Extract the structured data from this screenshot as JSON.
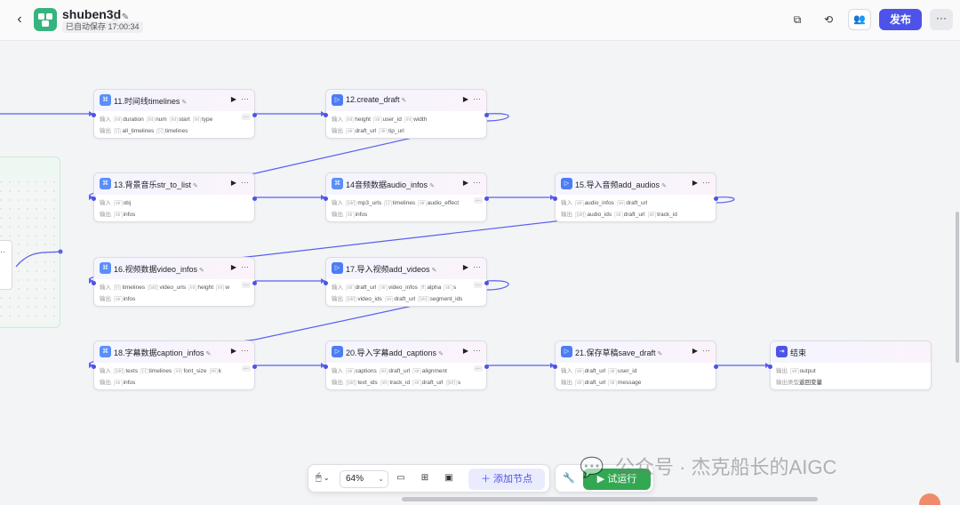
{
  "header": {
    "back_icon": "chevron-left-icon",
    "title": "shuben3d",
    "save_status": "已自动保存 17:00:34",
    "publish_label": "发布",
    "colors": {
      "accent": "#4d53e8",
      "logo": "#36b37e"
    }
  },
  "nodes": [
    {
      "id": "n11",
      "title": "11.时间线timelines",
      "icon": "code",
      "input_label": "输入",
      "inputs": [
        [
          "int",
          "duration"
        ],
        [
          "int",
          "num"
        ],
        [
          "int",
          "start"
        ],
        [
          "int",
          "type"
        ]
      ],
      "output_label": "输出",
      "outputs": [
        [
          "[-]",
          "all_timelines"
        ],
        [
          "[-]",
          "timelines"
        ]
      ]
    },
    {
      "id": "n12",
      "title": "12.create_draft",
      "icon": "plugin",
      "input_label": "输入",
      "inputs": [
        [
          "int",
          "height"
        ],
        [
          "str",
          "user_id"
        ],
        [
          "int",
          "width"
        ]
      ],
      "output_label": "输出",
      "outputs": [
        [
          "str",
          "draft_url"
        ],
        [
          "str",
          "tip_url"
        ]
      ]
    },
    {
      "id": "n13",
      "title": "13.背景音乐str_to_list",
      "icon": "code",
      "input_label": "输入",
      "inputs": [
        [
          "str",
          "obj"
        ]
      ],
      "output_label": "输出",
      "outputs": [
        [
          "str",
          "infos"
        ]
      ]
    },
    {
      "id": "n14",
      "title": "14音频数据audio_infos",
      "icon": "code",
      "input_label": "输入",
      "inputs": [
        [
          "[str]",
          "mp3_urls"
        ],
        [
          "[-]",
          "timelines"
        ],
        [
          "str",
          "audio_effect"
        ]
      ],
      "output_label": "输出",
      "outputs": [
        [
          "str",
          "infos"
        ]
      ]
    },
    {
      "id": "n15",
      "title": "15.导入音频add_audios",
      "icon": "plugin",
      "input_label": "输入",
      "inputs": [
        [
          "str",
          "audio_infos"
        ],
        [
          "str",
          "draft_url"
        ]
      ],
      "output_label": "输出",
      "outputs": [
        [
          "[str]",
          "audio_ids"
        ],
        [
          "str",
          "draft_url"
        ],
        [
          "str",
          "track_id"
        ]
      ]
    },
    {
      "id": "n16",
      "title": "16.视频数据video_infos",
      "icon": "code",
      "input_label": "输入",
      "inputs": [
        [
          "[-]",
          "timelines"
        ],
        [
          "[str]",
          "video_urls"
        ],
        [
          "int",
          "height"
        ],
        [
          "int",
          "w"
        ]
      ],
      "output_label": "输出",
      "outputs": [
        [
          "str",
          "infos"
        ]
      ]
    },
    {
      "id": "n17",
      "title": "17.导入视频add_videos",
      "icon": "plugin",
      "input_label": "输入",
      "inputs": [
        [
          "str",
          "draft_url"
        ],
        [
          "str",
          "video_infos"
        ],
        [
          "fl",
          "alpha"
        ],
        [
          "str",
          "s"
        ]
      ],
      "output_label": "输出",
      "outputs": [
        [
          "[str]",
          "video_ids"
        ],
        [
          "str",
          "draft_url"
        ],
        [
          "[str]",
          "segment_ids"
        ]
      ]
    },
    {
      "id": "n18",
      "title": "18.字幕数据caption_infos",
      "icon": "code",
      "input_label": "输入",
      "inputs": [
        [
          "[str]",
          "texts"
        ],
        [
          "[-]",
          "timelines"
        ],
        [
          "int",
          "font_size"
        ],
        [
          "int",
          "k"
        ]
      ],
      "output_label": "输出",
      "outputs": [
        [
          "str",
          "infos"
        ]
      ]
    },
    {
      "id": "n20",
      "title": "20.导入字幕add_captions",
      "icon": "plugin",
      "input_label": "输入",
      "inputs": [
        [
          "str",
          "captions"
        ],
        [
          "str",
          "draft_url"
        ],
        [
          "str",
          "alignment"
        ]
      ],
      "output_label": "输出",
      "outputs": [
        [
          "[str]",
          "text_ids"
        ],
        [
          "str",
          "track_id"
        ],
        [
          "str",
          "draft_url"
        ],
        [
          "[str]",
          "s"
        ]
      ]
    },
    {
      "id": "n21",
      "title": "21.保存草稿save_draft",
      "icon": "plugin",
      "input_label": "输入",
      "inputs": [
        [
          "str",
          "draft_url"
        ],
        [
          "str",
          "user_id"
        ]
      ],
      "output_label": "输出",
      "outputs": [
        [
          "str",
          "draft_url"
        ],
        [
          "str",
          "message"
        ]
      ]
    },
    {
      "id": "end",
      "title": "结束",
      "icon": "end",
      "input_label": "输出",
      "inputs": [
        [
          "str",
          "output"
        ]
      ],
      "output_label": "输出类型",
      "outputs": [
        [
          "",
          "返回变量"
        ]
      ]
    }
  ],
  "toolbar": {
    "zoom": "64%",
    "add_node_label": "添加节点",
    "run_label": "试运行"
  },
  "watermark": "公众号 · 杰克船长的AIGC"
}
